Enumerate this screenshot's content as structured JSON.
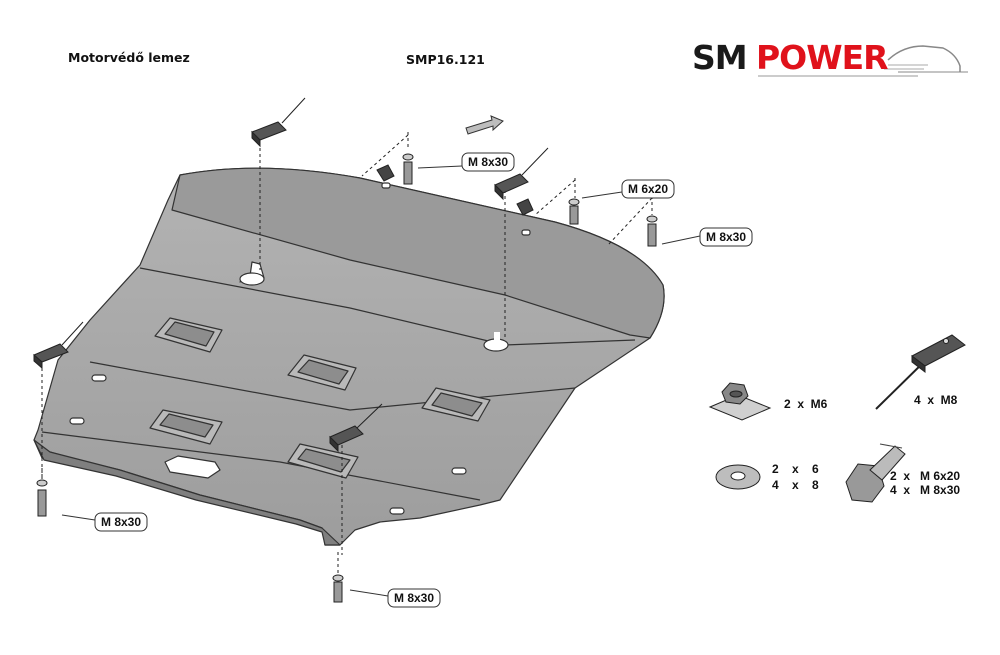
{
  "header": {
    "title": "Motorvédő lemez",
    "code": "SMP16.121"
  },
  "logo": {
    "part1": "SM",
    "part2": "POWER",
    "colors": {
      "dark": "#1a1a1a",
      "red": "#e0121b"
    }
  },
  "callouts": {
    "top_left": "M 8x30",
    "top_mid": "M 6x20",
    "top_right": "M 8x30",
    "bottom_left": "M 8x30",
    "bottom_center": "M 8x30"
  },
  "legend": {
    "clip_nut": {
      "text": "2  x  M6"
    },
    "clip_bolt": {
      "text": "4  x  M8"
    },
    "washer": {
      "row1": "2    x    6",
      "row2": "4    x    8"
    },
    "bolt": {
      "row1": "2  x   M 6x20",
      "row2": "4  x   M 8x30"
    }
  },
  "colors": {
    "plate": "#a9a9a9",
    "plate_dark": "#8c8c8c",
    "plate_light": "#c2c2c2",
    "line": "#333333"
  }
}
